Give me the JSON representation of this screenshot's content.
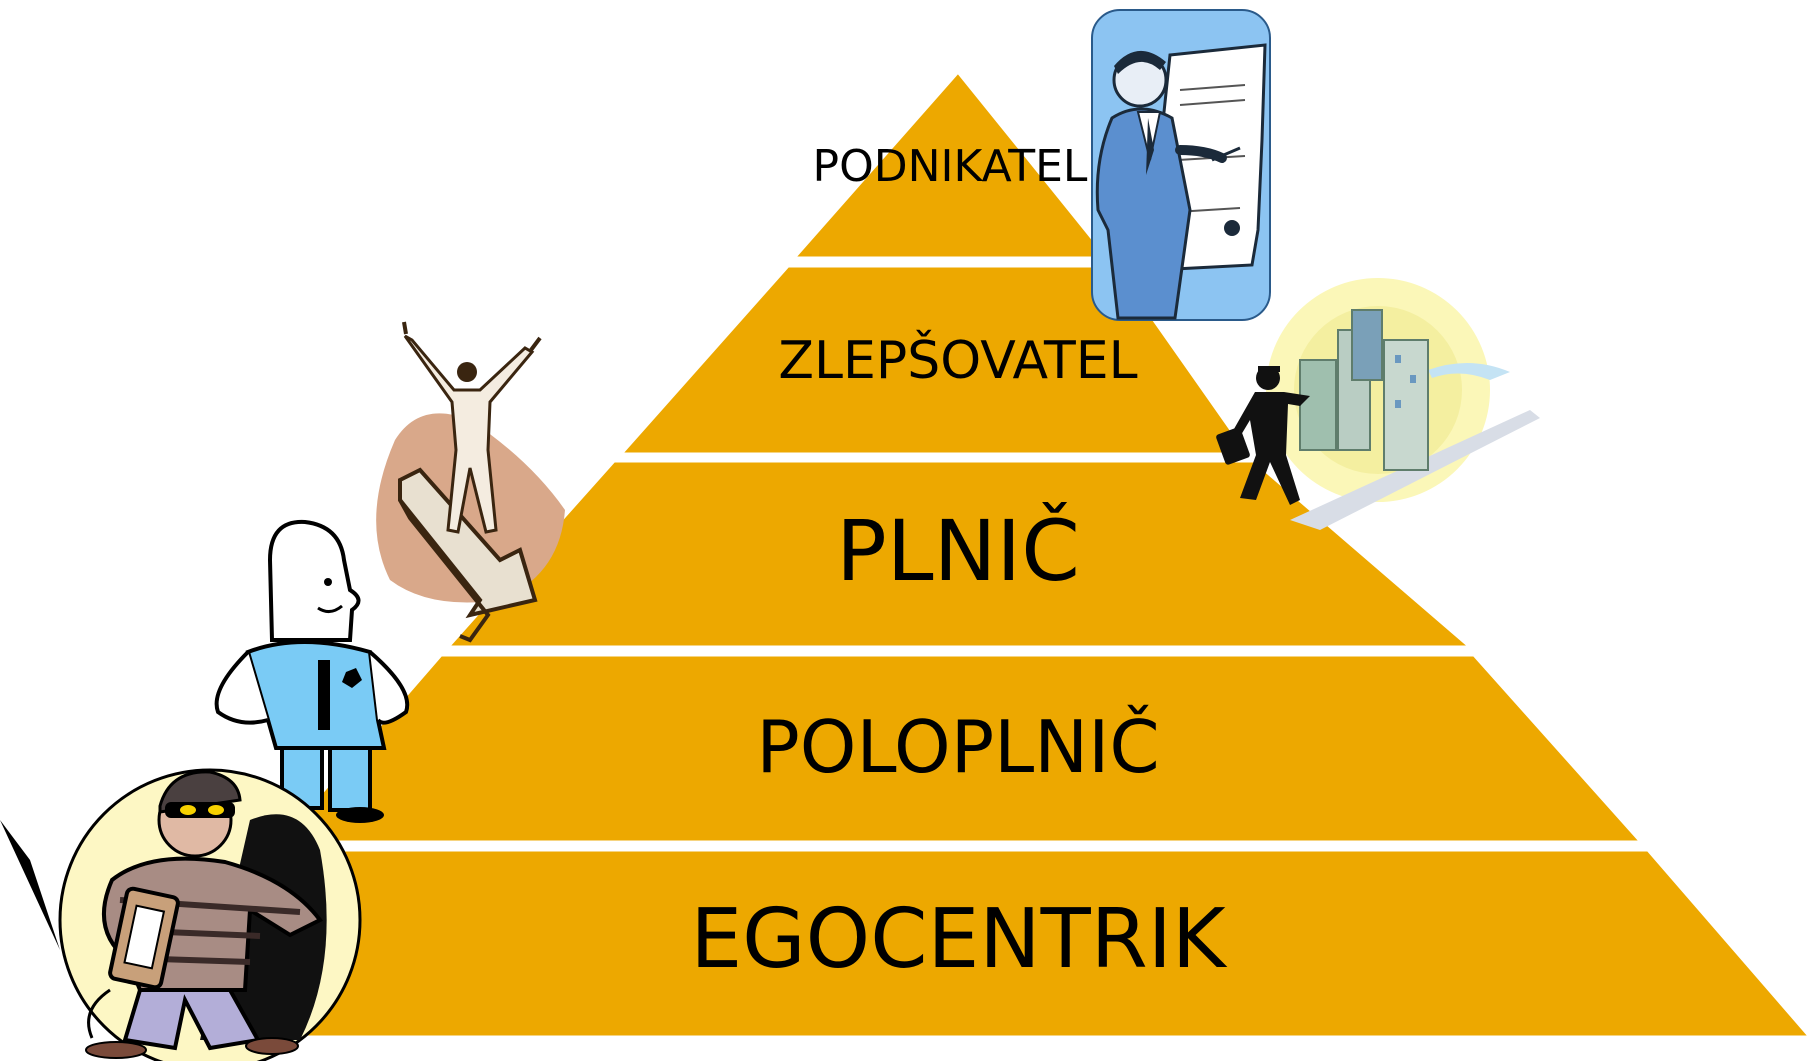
{
  "pyramid": {
    "fill_color": "#EDA800",
    "edge_color": "#ffffff",
    "levels": [
      {
        "label": "PODNIKATEL"
      },
      {
        "label": "ZLEPŠOVATEL"
      },
      {
        "label": "PLNIČ"
      },
      {
        "label": "POLOPLNIČ"
      },
      {
        "label": "EGOCENTRIK"
      }
    ]
  },
  "clipart": {
    "top_right": "businessman-with-document-icon",
    "mid_right": "businessman-walking-to-city-icon",
    "mid_left": "man-on-arrow-icon",
    "lower_left": "security-guard-icon",
    "bottom_left": "burglar-icon"
  }
}
